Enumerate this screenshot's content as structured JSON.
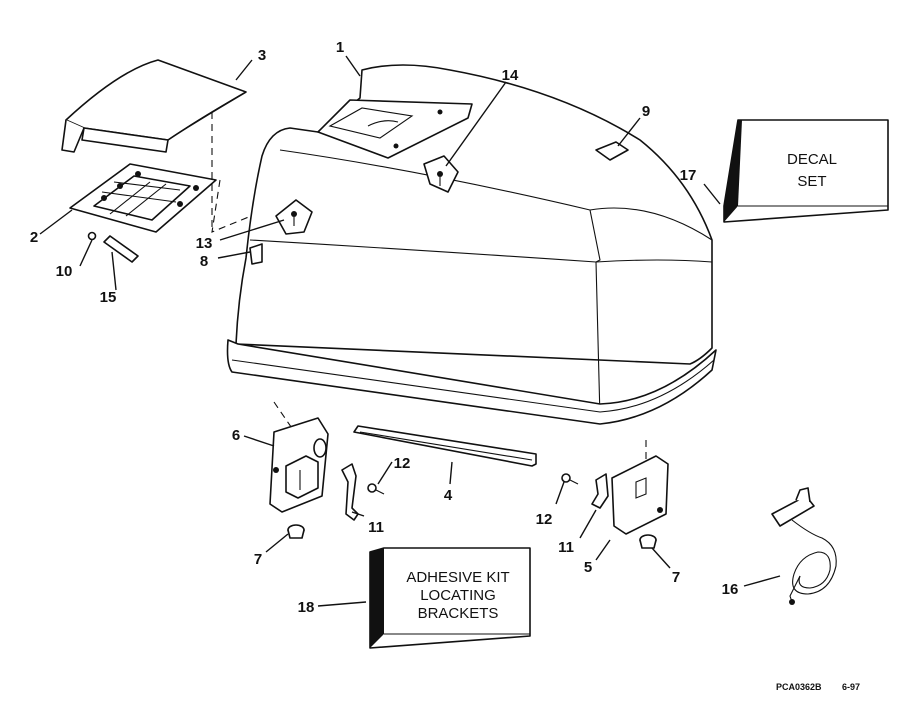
{
  "callouts": {
    "c1": "1",
    "c2": "2",
    "c3": "3",
    "c4": "4",
    "c5": "5",
    "c6": "6",
    "c7a": "7",
    "c7b": "7",
    "c8": "8",
    "c9": "9",
    "c10": "10",
    "c11a": "11",
    "c11b": "11",
    "c12a": "12",
    "c12b": "12",
    "c13": "13",
    "c14": "14",
    "c15": "15",
    "c16": "16",
    "c17": "17",
    "c18": "18"
  },
  "decal_box": {
    "line1": "DECAL",
    "line2": "SET"
  },
  "adhesive_box": {
    "line1": "ADHESIVE KIT",
    "line2": "LOCATING",
    "line3": "BRACKETS"
  },
  "footer": {
    "code": "PCA0362B",
    "date": "6-97"
  }
}
